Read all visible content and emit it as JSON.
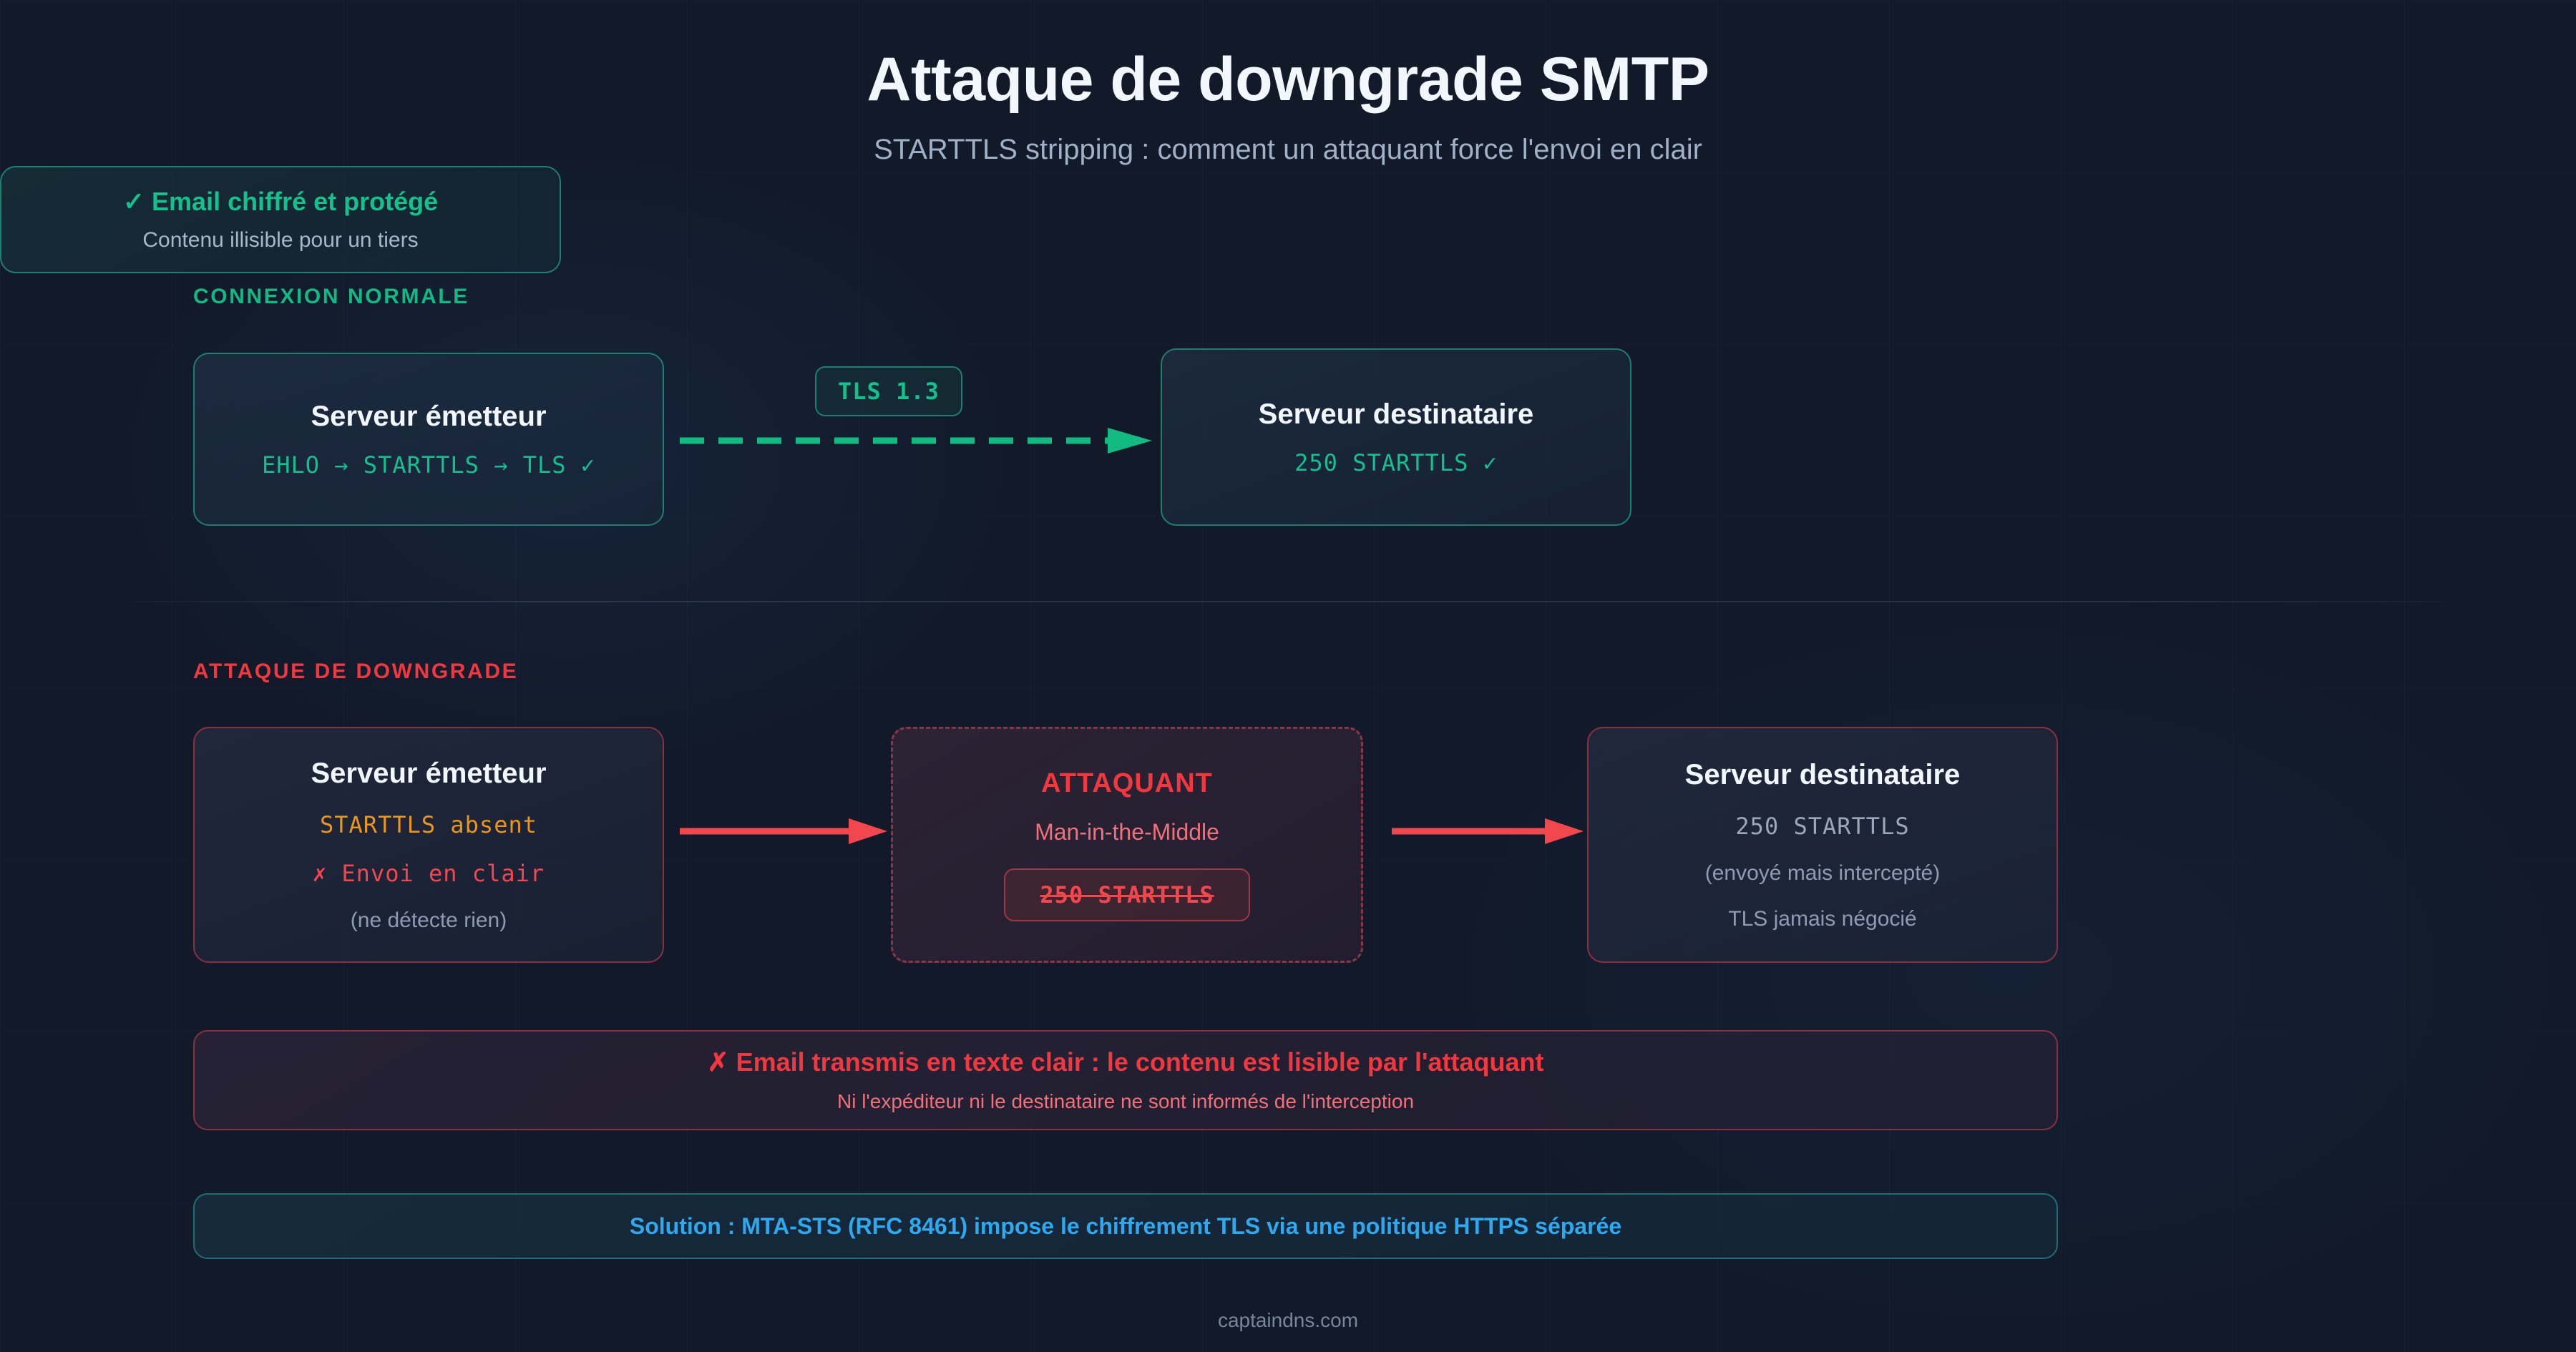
{
  "header": {
    "title": "Attaque de downgrade SMTP",
    "subtitle": "STARTTLS stripping : comment un attaquant force l'envoi en clair"
  },
  "normal_section": {
    "label": "CONNEXION NORMALE",
    "sender": {
      "title": "Serveur émetteur",
      "protocol_line": "EHLO → STARTTLS → TLS ✓"
    },
    "link_badge": "TLS 1.3",
    "receiver": {
      "title": "Serveur destinataire",
      "status_line": "250 STARTTLS ✓"
    },
    "result": {
      "headline": "✓ Email chiffré et protégé",
      "detail": "Contenu illisible pour un tiers"
    }
  },
  "attack_section": {
    "label": "ATTAQUE DE DOWNGRADE",
    "sender": {
      "title": "Serveur émetteur",
      "warn_line": "STARTTLS absent",
      "error_line": "✗ Envoi en clair",
      "note_line": "(ne détecte rien)"
    },
    "attacker": {
      "title": "ATTAQUANT",
      "subtitle": "Man-in-the-Middle",
      "stripped_command": "250 STARTTLS"
    },
    "receiver": {
      "title": "Serveur destinataire",
      "status_line": "250 STARTTLS",
      "note_line": "(envoyé mais intercepté)",
      "tls_line": "TLS jamais négocié"
    },
    "alert": {
      "headline": "✗ Email transmis en texte clair : le contenu est lisible par l'attaquant",
      "detail": "Ni l'expéditeur ni le destinataire ne sont informés de l'interception"
    },
    "solution": {
      "text": "Solution : MTA-STS (RFC 8461) impose le chiffrement TLS via une politique HTTPS séparée"
    }
  },
  "footer": {
    "site": "captaindns.com"
  },
  "colors": {
    "background": "#121a2a",
    "accent_green": "#15c08c",
    "accent_red": "#f2383e",
    "accent_amber": "#e8961e",
    "accent_blue": "#2fa8ee",
    "border_teal": "#1d7f70",
    "border_red": "#8a3040",
    "text_primary": "#f2f6fd",
    "text_muted": "#9fb0c9"
  }
}
